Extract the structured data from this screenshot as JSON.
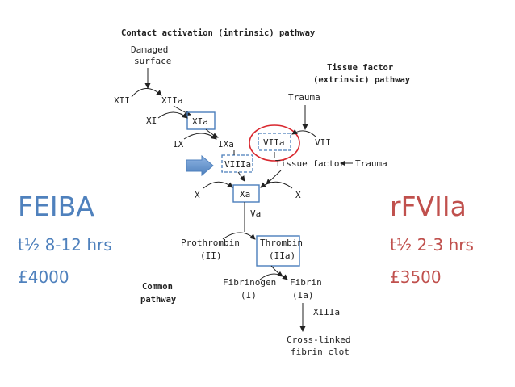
{
  "left_panel": {
    "title": "FEIBA",
    "half_life": "t½ 8-12 hrs",
    "cost": "£4000",
    "color": "#4f81bd"
  },
  "right_panel": {
    "title": "rFVIIa",
    "half_life": "t½ 2-3 hrs",
    "cost": "£3500",
    "color": "#c0504d"
  },
  "diagram": {
    "intrinsic_title": "Contact activation (intrinsic) pathway",
    "damaged_surface": [
      "Damaged",
      "surface"
    ],
    "extrinsic_title": [
      "Tissue factor",
      "(extrinsic) pathway"
    ],
    "trauma_top": "Trauma",
    "factors": {
      "xii": "XII",
      "xiia": "XIIa",
      "xi": "XI",
      "xia": "XIa",
      "ix": "IX",
      "ixa": "IXa",
      "viia": "VIIa",
      "vii": "VII",
      "viiia": "VIIIa",
      "tissue_factor": "Tissue factor",
      "trauma_right": "Trauma",
      "x_left": "X",
      "xa": "Xa",
      "x_right": "X",
      "va": "Va",
      "prothrombin": [
        "Prothrombin",
        "(II)"
      ],
      "thrombin": [
        "Thrombin",
        "(IIa)"
      ],
      "fibrinogen": [
        "Fibrinogen",
        "(I)"
      ],
      "fibrin": [
        "Fibrin",
        "(Ia)"
      ],
      "xiiia": "XIIIa",
      "crosslinked": [
        "Cross-linked",
        "fibrin clot"
      ]
    },
    "common_pathway": [
      "Common",
      "pathway"
    ],
    "box_color": "#4a7ebb",
    "circle_color": "#d9272e",
    "arrow_color": "#4f81bd"
  }
}
